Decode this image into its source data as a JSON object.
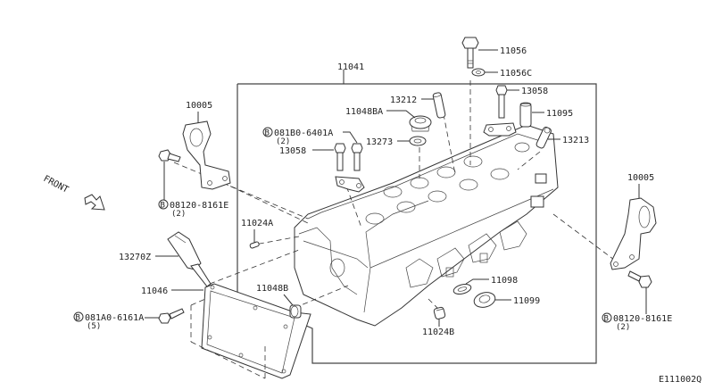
{
  "diagram": {
    "type": "exploded parts diagram",
    "subject": "Cylinder head assembly",
    "figure_code": "E111002Q",
    "front_indicator": "FRONT",
    "bolt_marker": "B",
    "parts": {
      "p11041": "11041",
      "p11056": "11056",
      "p11056C": "11056C",
      "p13058_right": "13058",
      "p11095": "11095",
      "p13213": "13213",
      "p13212": "13212",
      "p11048BA": "11048BA",
      "p081B0": "081B0-6401A",
      "p081B0_qty": "(2)",
      "p13273": "13273",
      "p13058_left": "13058",
      "p10005_left": "10005",
      "p08120_left": "08120-8161E",
      "p08120_left_qty": "(2)",
      "p10005_right": "10005",
      "p08120_right": "08120-8161E",
      "p08120_right_qty": "(2)",
      "p11024A": "11024A",
      "p13270Z": "13270Z",
      "p11046": "11046",
      "p081A0": "081A0-6161A",
      "p081A0_qty": "(5)",
      "p11048B": "11048B",
      "p11098": "11098",
      "p11099": "11099",
      "p11024B": "11024B"
    }
  }
}
